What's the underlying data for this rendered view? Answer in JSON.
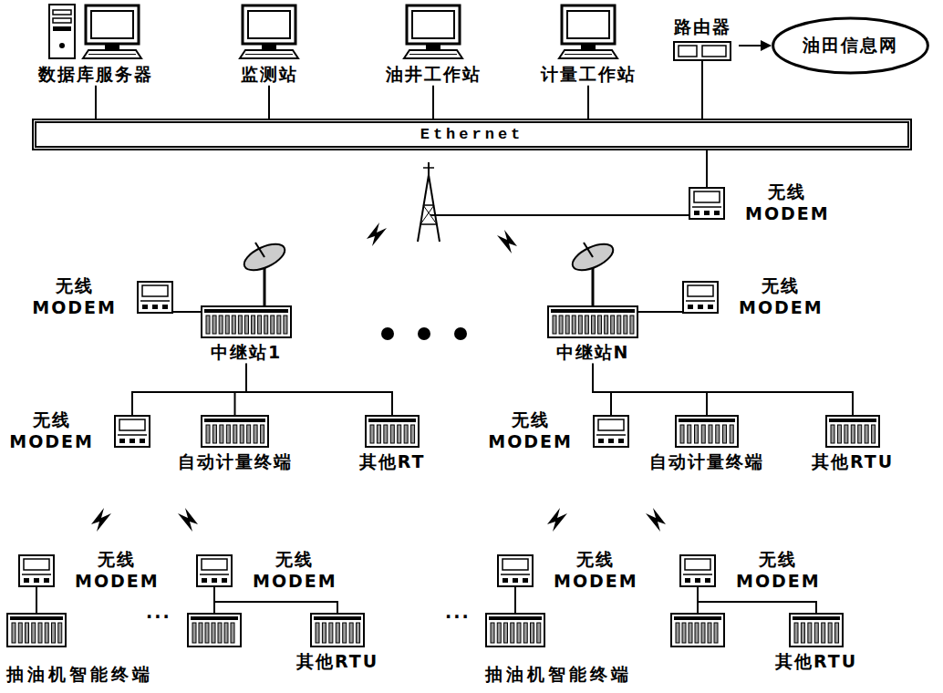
{
  "diagram": {
    "nodes": [
      {
        "text": [
          "数据库服务器"
        ]
      },
      {
        "text": [
          "监测站"
        ]
      },
      {
        "text": [
          "油井工作站"
        ]
      },
      {
        "text": [
          "计量工作站"
        ]
      },
      {
        "text": [
          "路由器"
        ]
      },
      {
        "text": [
          "油田信息网"
        ]
      },
      {
        "text": [
          "Ethernet"
        ]
      },
      {
        "text": [
          "无线 MODEM"
        ]
      },
      {
        "text": [
          "无线 MODEM"
        ]
      },
      {
        "text": [
          "中继站1"
        ]
      },
      {
        "text": [
          "无线 MODEM"
        ]
      },
      {
        "text": [
          "中继站N"
        ]
      },
      {
        "text": [
          "无线 MODEM"
        ]
      },
      {
        "text": [
          "自动计量终端"
        ]
      },
      {
        "text": [
          "其他RT"
        ]
      },
      {
        "text": [
          "无线 MODEM"
        ]
      },
      {
        "text": [
          "自动计量终端"
        ]
      },
      {
        "text": [
          "其他RTU"
        ]
      },
      {
        "text": [
          "无线 MODEM"
        ]
      },
      {
        "text": [
          "无线 MODEM"
        ]
      },
      {
        "text": [
          "抽油机智能终端"
        ]
      },
      {
        "text": [
          "其他RTU"
        ]
      },
      {
        "text": [
          "无线 MODEM"
        ]
      },
      {
        "text": [
          "无线 MODEM"
        ]
      },
      {
        "text": [
          "抽油机智能终端"
        ]
      },
      {
        "text": [
          "其他RTU"
        ]
      }
    ],
    "edges": [
      {
        "from": 0,
        "to": 6,
        "arrow": "none"
      },
      {
        "from": 1,
        "to": 6,
        "arrow": "none"
      },
      {
        "from": 2,
        "to": 6,
        "arrow": "none"
      },
      {
        "from": 3,
        "to": 6,
        "arrow": "none"
      },
      {
        "from": 4,
        "to": 6,
        "arrow": "none"
      },
      {
        "from": 4,
        "to": 5,
        "arrow": "to"
      },
      {
        "from": 6,
        "to": 7,
        "arrow": "none"
      },
      {
        "from": 8,
        "to": 9,
        "arrow": "none"
      },
      {
        "from": 10,
        "to": 11,
        "arrow": "none"
      },
      {
        "from": 9,
        "to": 12,
        "arrow": "none"
      },
      {
        "from": 9,
        "to": 13,
        "arrow": "none"
      },
      {
        "from": 9,
        "to": 14,
        "arrow": "none"
      },
      {
        "from": 11,
        "to": 15,
        "arrow": "none"
      },
      {
        "from": 11,
        "to": 16,
        "arrow": "none"
      },
      {
        "from": 11,
        "to": 17,
        "arrow": "none"
      },
      {
        "from": 18,
        "to": 20,
        "arrow": "none"
      },
      {
        "from": 19,
        "to": 21,
        "arrow": "none"
      },
      {
        "from": 22,
        "to": 24,
        "arrow": "none"
      },
      {
        "from": 23,
        "to": 25,
        "arrow": "none"
      }
    ],
    "labels": [
      "...",
      "..."
    ]
  }
}
